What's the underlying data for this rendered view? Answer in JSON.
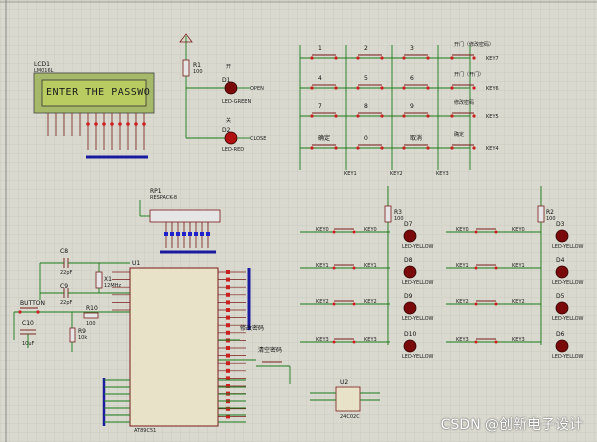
{
  "lcd": {
    "ref": "LCD1",
    "model": "LM016L",
    "display_text": "ENTER THE PASSWO"
  },
  "leds": {
    "d1": {
      "ref": "D1",
      "model": "LED-GREEN",
      "label_top": "开",
      "net": "OPEN"
    },
    "d2": {
      "ref": "D2",
      "model": "LED-RED",
      "label_top": "关",
      "net": "CLOSE"
    },
    "yellow": [
      {
        "ref": "D7",
        "model": "LED-YELLOW"
      },
      {
        "ref": "D8",
        "model": "LED-YELLOW"
      },
      {
        "ref": "D9",
        "model": "LED-YELLOW"
      },
      {
        "ref": "D10",
        "model": "LED-YELLOW"
      },
      {
        "ref": "D3",
        "model": "LED-YELLOW"
      },
      {
        "ref": "D4",
        "model": "LED-YELLOW"
      },
      {
        "ref": "D5",
        "model": "LED-YELLOW"
      },
      {
        "ref": "D6",
        "model": "LED-YELLOW"
      }
    ]
  },
  "resistors": {
    "r1": {
      "ref": "R1",
      "value": "100"
    },
    "r3": {
      "ref": "R3",
      "value": "100"
    },
    "r2": {
      "ref": "R2",
      "value": "100"
    },
    "r9": {
      "ref": "R9",
      "value": "10k"
    },
    "r10": {
      "ref": "R10",
      "value": "100"
    }
  },
  "rp1": {
    "ref": "RP1",
    "model": "RESPACK-8"
  },
  "mcu": {
    "ref": "U1",
    "model": "AT89C51"
  },
  "u2": {
    "ref": "U2",
    "model": "24C02C"
  },
  "crystal": {
    "ref": "X1",
    "value": "12MHz"
  },
  "caps": {
    "c8": {
      "ref": "C8",
      "value": "22pF"
    },
    "c9": {
      "ref": "C9",
      "value": "22pF"
    },
    "c10": {
      "ref": "C10",
      "value": "10uF"
    }
  },
  "button_label": "BUTTON",
  "keypad": {
    "keys": [
      "1",
      "2",
      "3",
      "4",
      "5",
      "6",
      "7",
      "8",
      "9",
      "确定",
      "0",
      "取消"
    ],
    "row_nets": [
      "KEY7",
      "KEY6",
      "KEY5",
      "KEY4"
    ],
    "col_nets": [
      "KEY1",
      "KEY2",
      "KEY3"
    ],
    "function_labels": [
      "开门（修改密码）",
      "开门（开门）",
      "修改密码",
      "确定"
    ]
  },
  "key_nets_left": [
    "KEY0",
    "KEY1",
    "KEY2",
    "KEY3"
  ],
  "key_nets_right": [
    "KEY3",
    "KEY2",
    "KEY1",
    "KEY0"
  ],
  "notes": [
    "修改密码",
    "清空密码"
  ],
  "watermark": "CSDN @创新电子设计"
}
